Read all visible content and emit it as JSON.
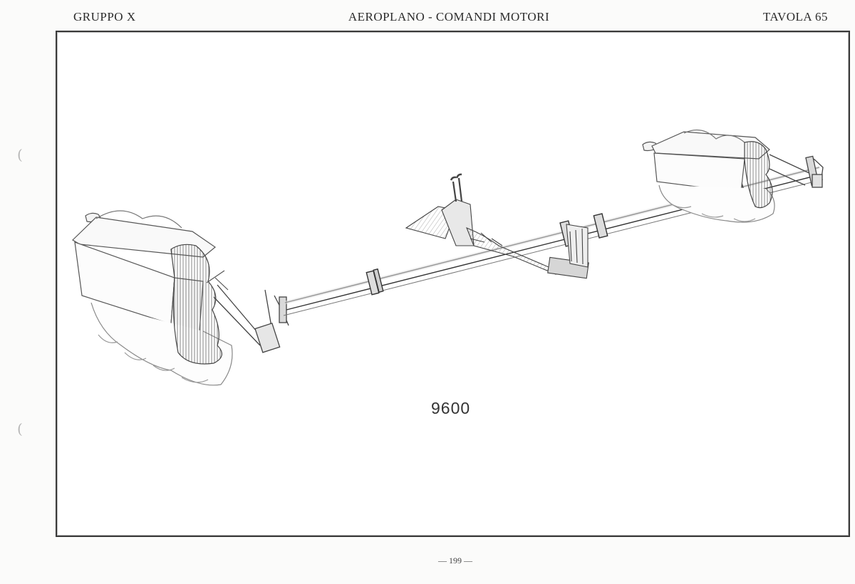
{
  "header": {
    "left": "GRUPPO X",
    "center": "AEROPLANO - COMANDI MOTORI",
    "right": "TAVOLA 65"
  },
  "figure": {
    "number": "9600"
  },
  "footer": {
    "page_number": "— 199 —"
  },
  "margin_marks": [
    "(",
    "("
  ],
  "colors": {
    "ink": "#2b2b2b",
    "paper": "#fbfbfa"
  }
}
